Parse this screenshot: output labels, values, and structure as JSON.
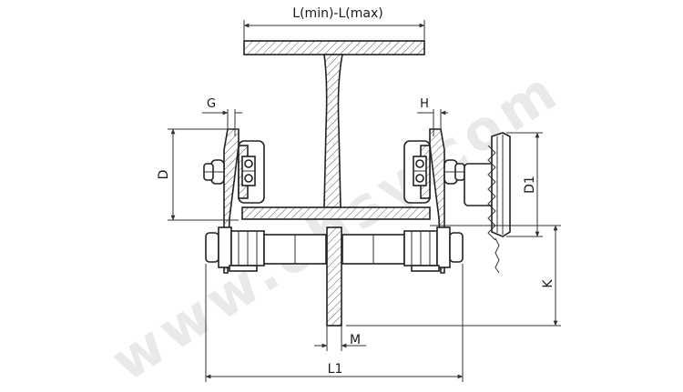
{
  "labels": {
    "l_range": "L(min)-L(max)",
    "g": "G",
    "h": "H",
    "d": "D",
    "d1": "D1",
    "k": "K",
    "m": "M",
    "l1": "L1"
  },
  "watermark": "www.ehsy.com"
}
